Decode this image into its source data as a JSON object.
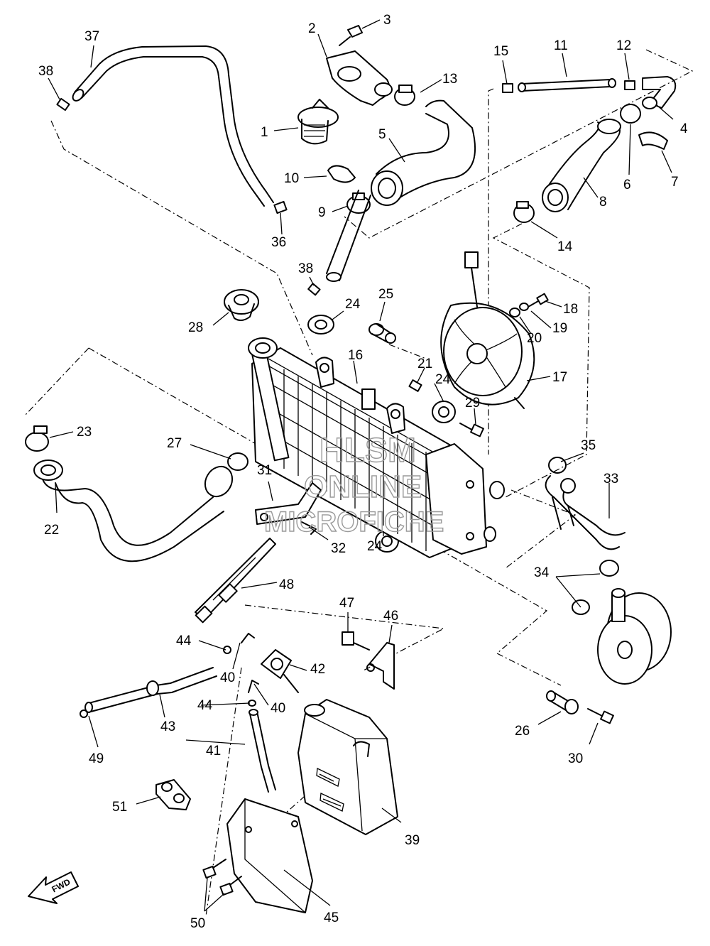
{
  "diagram": {
    "watermark": {
      "line1": "HLSM",
      "line2": "ONLINE",
      "line3": "MICROFICHE"
    },
    "direction_marker": "FWD",
    "callouts": [
      "1",
      "2",
      "3",
      "4",
      "5",
      "6",
      "7",
      "8",
      "9",
      "10",
      "11",
      "12",
      "13",
      "14",
      "15",
      "16",
      "17",
      "18",
      "19",
      "20",
      "21",
      "22",
      "23",
      "24",
      "25",
      "26",
      "27",
      "28",
      "29",
      "30",
      "31",
      "32",
      "33",
      "34",
      "35",
      "36",
      "37",
      "38",
      "39",
      "40",
      "41",
      "42",
      "43",
      "44",
      "45",
      "46",
      "47",
      "48",
      "49",
      "50",
      "51"
    ]
  }
}
